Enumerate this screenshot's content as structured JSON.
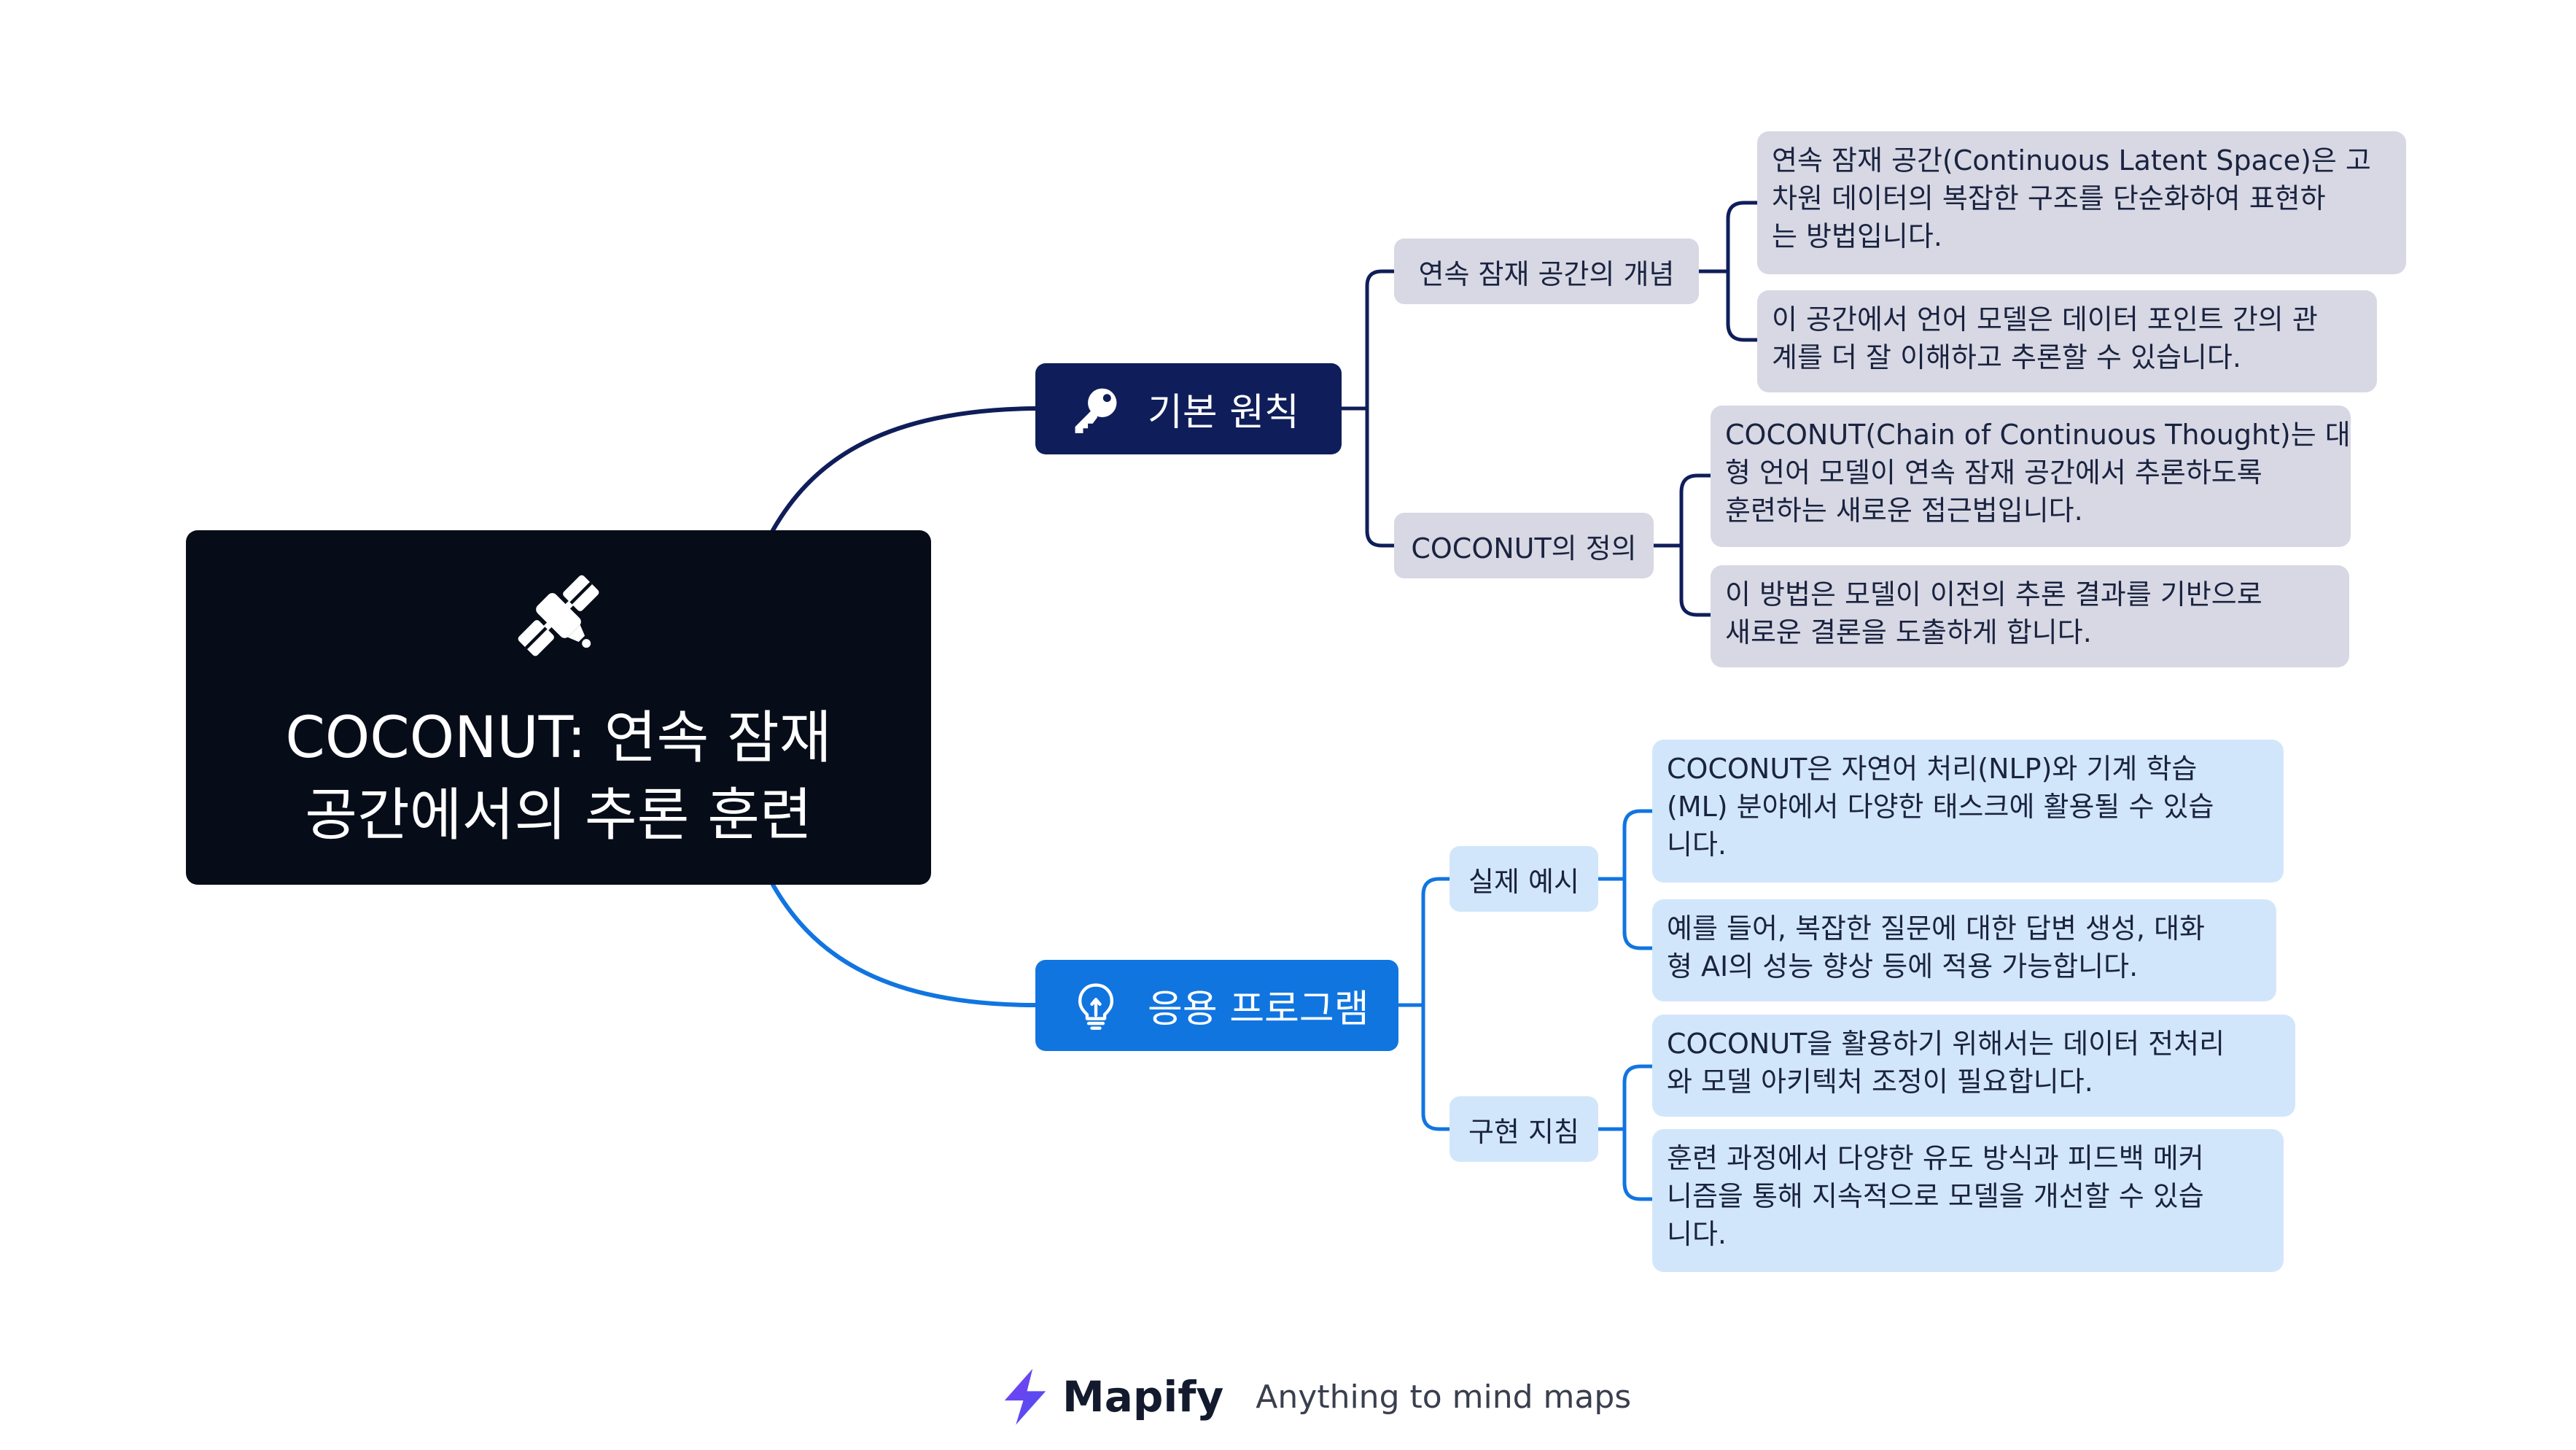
{
  "colors": {
    "root_bg": "#060c18",
    "branch_dark": "#0f1e5a",
    "branch_blue": "#1175e0",
    "topic_grey": "#d7d8e3",
    "topic_blue": "#d2e6fb"
  },
  "root": {
    "icon": "satellite-icon",
    "title_line1": "COCONUT: 연속 잠재",
    "title_line2": "공간에서의 추론 훈련"
  },
  "branches": [
    {
      "label": "기본 원칙",
      "icon": "key-icon",
      "topics": [
        {
          "label": "연속 잠재 공간의 개념",
          "leaves": [
            [
              "연속 잠재 공간(Continuous Latent Space)은 고",
              "차원 데이터의 복잡한 구조를 단순화하여 표현하",
              "는 방법입니다."
            ],
            [
              "이 공간에서 언어 모델은 데이터 포인트 간의 관",
              "계를 더 잘 이해하고 추론할 수 있습니다."
            ]
          ]
        },
        {
          "label": "COCONUT의 정의",
          "leaves": [
            [
              "COCONUT(Chain of Continuous Thought)는 대",
              "형 언어 모델이 연속 잠재 공간에서 추론하도록",
              "훈련하는 새로운 접근법입니다."
            ],
            [
              "이 방법은 모델이 이전의 추론 결과를 기반으로",
              "새로운 결론을 도출하게 합니다."
            ]
          ]
        }
      ]
    },
    {
      "label": "응용 프로그램",
      "icon": "lightbulb-icon",
      "topics": [
        {
          "label": "실제 예시",
          "leaves": [
            [
              "COCONUT은 자연어 처리(NLP)와 기계 학습",
              "(ML) 분야에서 다양한 태스크에 활용될 수 있습",
              "니다."
            ],
            [
              "예를 들어, 복잡한 질문에 대한 답변 생성, 대화",
              "형 AI의 성능 향상 등에 적용 가능합니다."
            ]
          ]
        },
        {
          "label": "구현 지침",
          "leaves": [
            [
              "COCONUT을 활용하기 위해서는 데이터 전처리",
              "와 모델 아키텍처 조정이 필요합니다."
            ],
            [
              "훈련 과정에서 다양한 유도 방식과 피드백 메커",
              "니즘을 통해 지속적으로 모델을 개선할 수 있습",
              "니다."
            ]
          ]
        }
      ]
    }
  ],
  "footer": {
    "logo_icon": "lightning-logo-icon",
    "brand": "Mapify",
    "tagline": "Anything to mind maps"
  }
}
